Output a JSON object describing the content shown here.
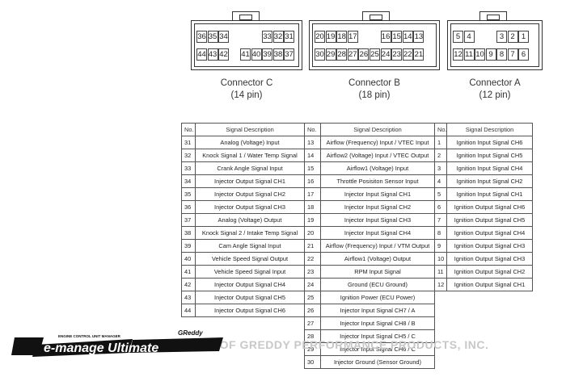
{
  "connectors": [
    {
      "name": "Connector C",
      "pins_label": "(14 pin)",
      "top_row": [
        "36",
        "35",
        "34",
        "",
        "",
        "",
        "33",
        "32",
        "31"
      ],
      "bottom_row": [
        "44",
        "43",
        "42",
        "",
        "41",
        "40",
        "39",
        "38",
        "37"
      ]
    },
    {
      "name": "Connector B",
      "pins_label": "(18 pin)",
      "top_row": [
        "20",
        "19",
        "18",
        "17",
        "",
        "",
        "16",
        "15",
        "14",
        "13"
      ],
      "bottom_row": [
        "30",
        "29",
        "28",
        "27",
        "26",
        "25",
        "24",
        "23",
        "22",
        "21"
      ]
    },
    {
      "name": "Connector A",
      "pins_label": "(12 pin)",
      "top_row": [
        "5",
        "4",
        "",
        "",
        "3",
        "2",
        "1"
      ],
      "bottom_row": [
        "12",
        "11",
        "10",
        "9",
        "8",
        "7",
        "6"
      ]
    }
  ],
  "tables": {
    "headers": {
      "no": "No.",
      "desc": "Signal Description"
    },
    "c": [
      {
        "no": "31",
        "desc": "Analog (Voltage) Input"
      },
      {
        "no": "32",
        "desc": "Knock Signal 1 / Water Temp Signal"
      },
      {
        "no": "33",
        "desc": "Crank Angle Signal Input"
      },
      {
        "no": "34",
        "desc": "Injector Output Signal CH1"
      },
      {
        "no": "35",
        "desc": "Injector Output Signal CH2"
      },
      {
        "no": "36",
        "desc": "Injector Output Signal CH3"
      },
      {
        "no": "37",
        "desc": "Analog (Voltage) Output"
      },
      {
        "no": "38",
        "desc": "Knock Signal 2 / Intake Temp Signal"
      },
      {
        "no": "39",
        "desc": "Cam Angle Signal Input"
      },
      {
        "no": "40",
        "desc": "Vehicle Speed Signal Output"
      },
      {
        "no": "41",
        "desc": "Vehicle Speed Signal Input"
      },
      {
        "no": "42",
        "desc": "Injector Output Signal CH4"
      },
      {
        "no": "43",
        "desc": "Injector Output Signal CH5"
      },
      {
        "no": "44",
        "desc": "Injector Output Signal CH6"
      }
    ],
    "b": [
      {
        "no": "13",
        "desc": "Airflow (Frequency) Input / VTEC Input"
      },
      {
        "no": "14",
        "desc": "Airflow2 (Voltage) Input / VTEC Output"
      },
      {
        "no": "15",
        "desc": "Airflow1 (Voltage) Input"
      },
      {
        "no": "16",
        "desc": "Throttle Posisiton Sensor Input"
      },
      {
        "no": "17",
        "desc": "Injector Input Signal CH1"
      },
      {
        "no": "18",
        "desc": "Injector Input Signal CH2"
      },
      {
        "no": "19",
        "desc": "Injector Input Signal CH3"
      },
      {
        "no": "20",
        "desc": "Injector Input Signal CH4"
      },
      {
        "no": "21",
        "desc": "Airflow (Frequency) Input / VTM Output"
      },
      {
        "no": "22",
        "desc": "Airflow1 (Voltage) Output"
      },
      {
        "no": "23",
        "desc": "RPM Input Signal"
      },
      {
        "no": "24",
        "desc": "Ground (ECU Ground)"
      },
      {
        "no": "25",
        "desc": "Ignition Power (ECU Power)"
      },
      {
        "no": "26",
        "desc": "Injector Input Signal CH7 / A"
      },
      {
        "no": "27",
        "desc": "Injector Input Signal CH8 / B"
      },
      {
        "no": "28",
        "desc": "Injector Input Signal CH5 / C"
      },
      {
        "no": "29",
        "desc": "Injector Input Signal CH6 / C"
      },
      {
        "no": "30",
        "desc": "Injector Ground (Sensor Ground)"
      }
    ],
    "a": [
      {
        "no": "1",
        "desc": "Ignition Input Signal CH6"
      },
      {
        "no": "2",
        "desc": "Ignition Input Signal CH5"
      },
      {
        "no": "3",
        "desc": "Ignition Input Signal CH4"
      },
      {
        "no": "4",
        "desc": "Ignition Input Signal CH2"
      },
      {
        "no": "5",
        "desc": "Ignition Input Signal CH1"
      },
      {
        "no": "6",
        "desc": "Ignition Output Signal CH6"
      },
      {
        "no": "7",
        "desc": "Ignition Output Signal CH5"
      },
      {
        "no": "8",
        "desc": "Ignition Output Signal CH4"
      },
      {
        "no": "9",
        "desc": "Ignition Output Signal CH3"
      },
      {
        "no": "10",
        "desc": "Ignition Output Signal CH3"
      },
      {
        "no": "11",
        "desc": "Ignition Output Signal CH2"
      },
      {
        "no": "12",
        "desc": "Ignition Output Signal CH1"
      }
    ]
  },
  "logo": {
    "brand": "GReddy",
    "tagline": "ENGINE CONTROL UNIT MANAGER",
    "product": "e-manage Ultimate"
  },
  "watermark": "RTY OF GREDDY PERFORMANCE PRODUCTS, INC."
}
